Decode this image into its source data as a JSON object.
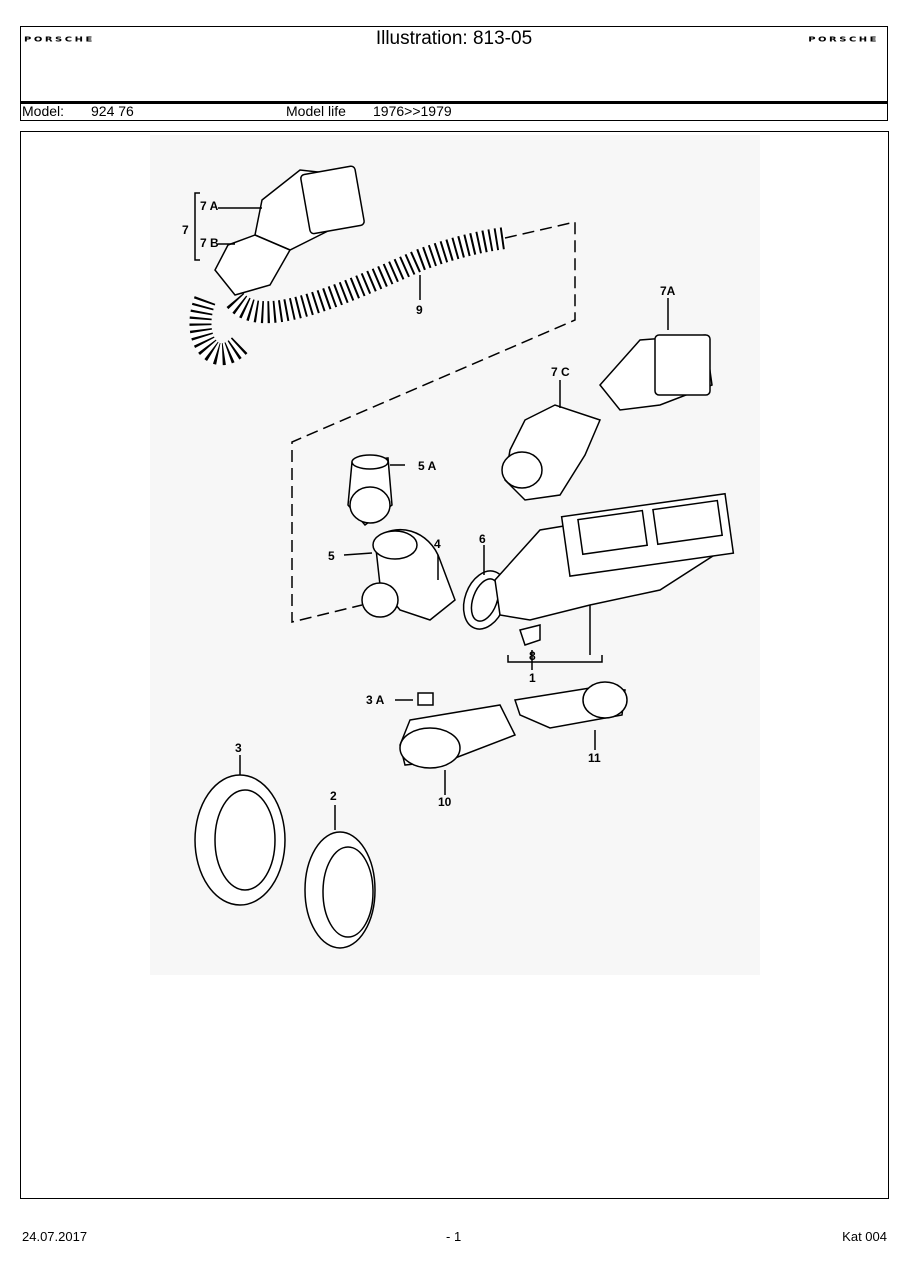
{
  "header": {
    "logo_left": "PORSCHE",
    "logo_right": "PORSCHE",
    "title": "Illustration: 813-05",
    "model_label": "Model:",
    "model_value": "924 76",
    "model_life_label": "Model life",
    "model_life_value": "1976>>1979"
  },
  "diagram": {
    "callouts": [
      "7",
      "7 A",
      "7 B",
      "9",
      "7A",
      "7 C",
      "5 A",
      "5",
      "4",
      "6",
      "8",
      "1",
      "3 A",
      "11",
      "10",
      "3",
      "2"
    ]
  },
  "footer": {
    "date": "24.07.2017",
    "page": "- 1",
    "catalog": "Kat 004"
  }
}
